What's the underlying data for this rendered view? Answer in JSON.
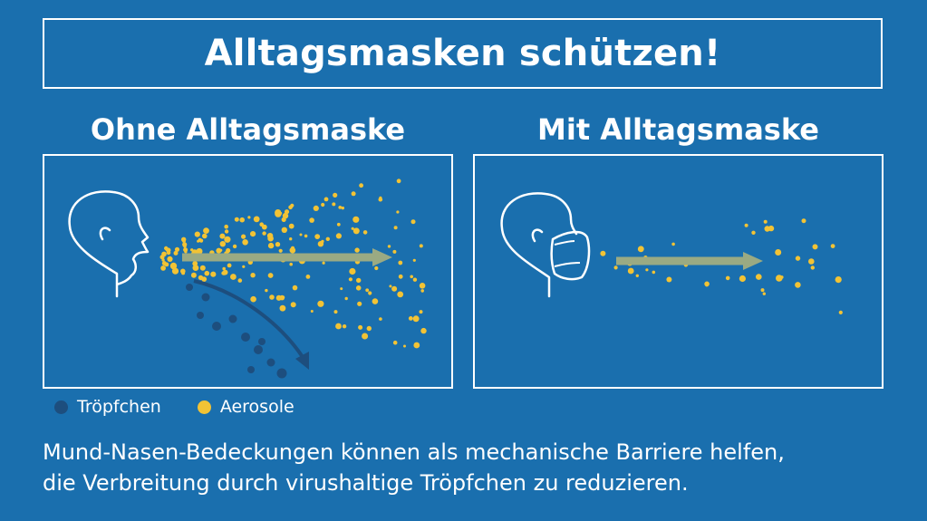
{
  "title": "Alltagsmasken schützen!",
  "panels": {
    "left": {
      "heading": "Ohne Alltagsmaske"
    },
    "right": {
      "heading": "Mit Alltagsmaske"
    }
  },
  "legend": {
    "droplets": {
      "label": "Tröpfchen",
      "color": "#1d4e7e"
    },
    "aerosols": {
      "label": "Aerosole",
      "color": "#f2c335"
    }
  },
  "caption": {
    "line1": "Mund-Nasen-Bedeckungen können als mechanische Barriere helfen,",
    "line2": "die Verbreitung durch virushaltige Tröpfchen zu reduzieren."
  },
  "colors": {
    "background": "#1a6fae",
    "arrow": "#9aaa83",
    "droplet": "#1d4e7e",
    "aerosol": "#f2c335"
  }
}
